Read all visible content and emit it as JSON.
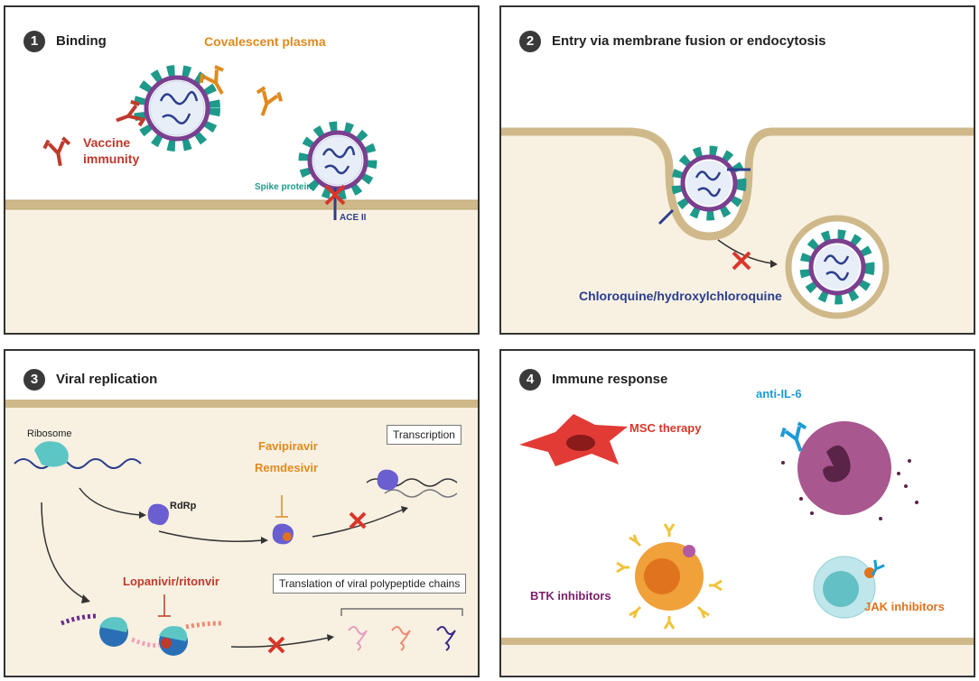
{
  "panels": [
    {
      "number": "1",
      "title": "Binding"
    },
    {
      "number": "2",
      "title": "Entry via membrane fusion or endocytosis"
    },
    {
      "number": "3",
      "title": "Viral replication"
    },
    {
      "number": "4",
      "title": "Immune response"
    }
  ],
  "binding": {
    "convalescent": "Covalescent plasma",
    "vaccine_line1": "Vaccine",
    "vaccine_line2": "immunity",
    "spike": "Spike protein",
    "ace": "ACE II"
  },
  "entry": {
    "drug": "Chloroquine/hydroxylchloroquine"
  },
  "replication": {
    "ribosome": "Ribosome",
    "rdrp": "RdRp",
    "favipiravir": "Favipiravir",
    "remdesivir": "Remdesivir",
    "transcription": "Transcription",
    "lopinavir": "Lopanivir/ritonvir",
    "translation": "Translation of viral polypeptide chains"
  },
  "immune": {
    "msc": "MSC therapy",
    "anti_il6": "anti-IL-6",
    "btk": "BTK inhibitors",
    "jak": "JAK inhibitors"
  },
  "colors": {
    "membrane": "#cfb98a",
    "cytoplasm": "#f8f1e2",
    "virus_spike": "#1e9a8a",
    "virus_envelope": "#7a3f8f",
    "rna": "#2c3e8c",
    "drug_orange": "#e08a1e",
    "drug_red": "#c0392b",
    "inhibit_x": "#d9362b"
  }
}
